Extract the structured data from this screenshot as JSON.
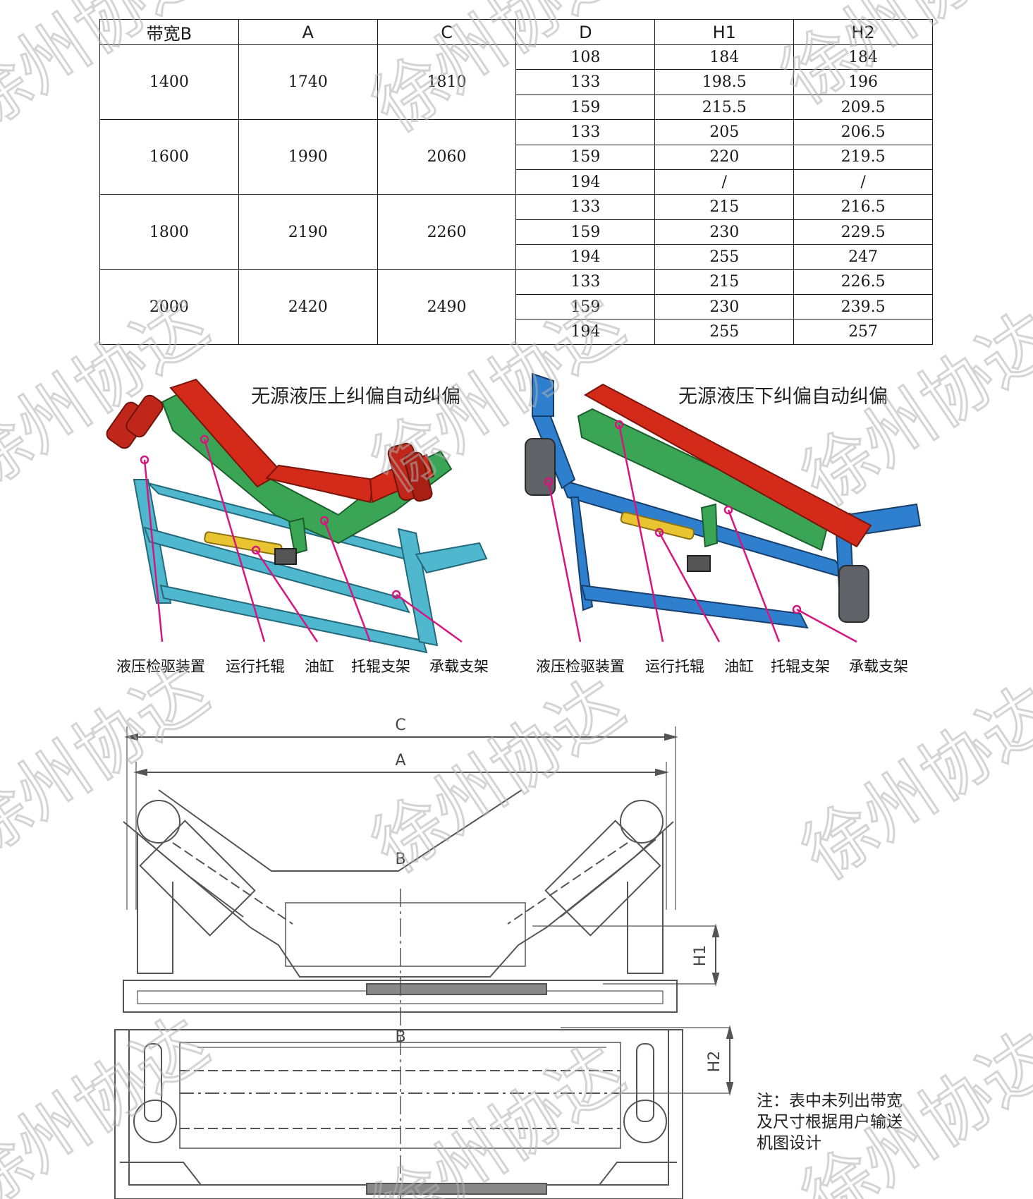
{
  "table": {
    "headers": [
      "带宽B",
      "A",
      "C",
      "D",
      "H1",
      "H2"
    ],
    "groups": [
      {
        "B": "1400",
        "A": "1740",
        "C": "1810",
        "rows": [
          [
            "108",
            "184",
            "184"
          ],
          [
            "133",
            "198.5",
            "196"
          ],
          [
            "159",
            "215.5",
            "209.5"
          ]
        ]
      },
      {
        "B": "1600",
        "A": "1990",
        "C": "2060",
        "rows": [
          [
            "133",
            "205",
            "206.5"
          ],
          [
            "159",
            "220",
            "219.5"
          ],
          [
            "194",
            "/",
            "/"
          ]
        ]
      },
      {
        "B": "1800",
        "A": "2190",
        "C": "2260",
        "rows": [
          [
            "133",
            "215",
            "216.5"
          ],
          [
            "159",
            "230",
            "229.5"
          ],
          [
            "194",
            "255",
            "247"
          ]
        ]
      },
      {
        "B": "2000",
        "A": "2420",
        "C": "2490",
        "rows": [
          [
            "133",
            "215",
            "226.5"
          ],
          [
            "159",
            "230",
            "239.5"
          ],
          [
            "194",
            "255",
            "257"
          ]
        ]
      }
    ]
  },
  "figures": {
    "upper": {
      "caption": "无源液压上纠偏自动纠偏",
      "labels": [
        "液压检驱装置",
        "运行托辊",
        "油缸",
        "托辊支架",
        "承载支架"
      ]
    },
    "lower": {
      "caption": "无源液压下纠偏自动纠偏",
      "labels": [
        "液压检驱装置",
        "运行托辊",
        "油缸",
        "托辊支架",
        "承载支架"
      ]
    }
  },
  "drawing": {
    "dims": {
      "C": "C",
      "A": "A",
      "B_top": "B",
      "B_bottom": "B",
      "H1": "H1",
      "H2": "H2"
    }
  },
  "note": {
    "lines": [
      "注：表中未列出带宽",
      "及尺寸根据用户输送",
      "机图设计"
    ]
  },
  "watermark": {
    "text": "徐州协达"
  },
  "colors": {
    "roller_red": "#d42a1a",
    "frame_green": "#3aa655",
    "base_cyan": "#4fb8cf",
    "base_blue": "#2f7fcf",
    "leader_magenta": "#d6157e",
    "cylinder_yellow": "#e8c530",
    "hydraulic_grey": "#5f6266"
  }
}
